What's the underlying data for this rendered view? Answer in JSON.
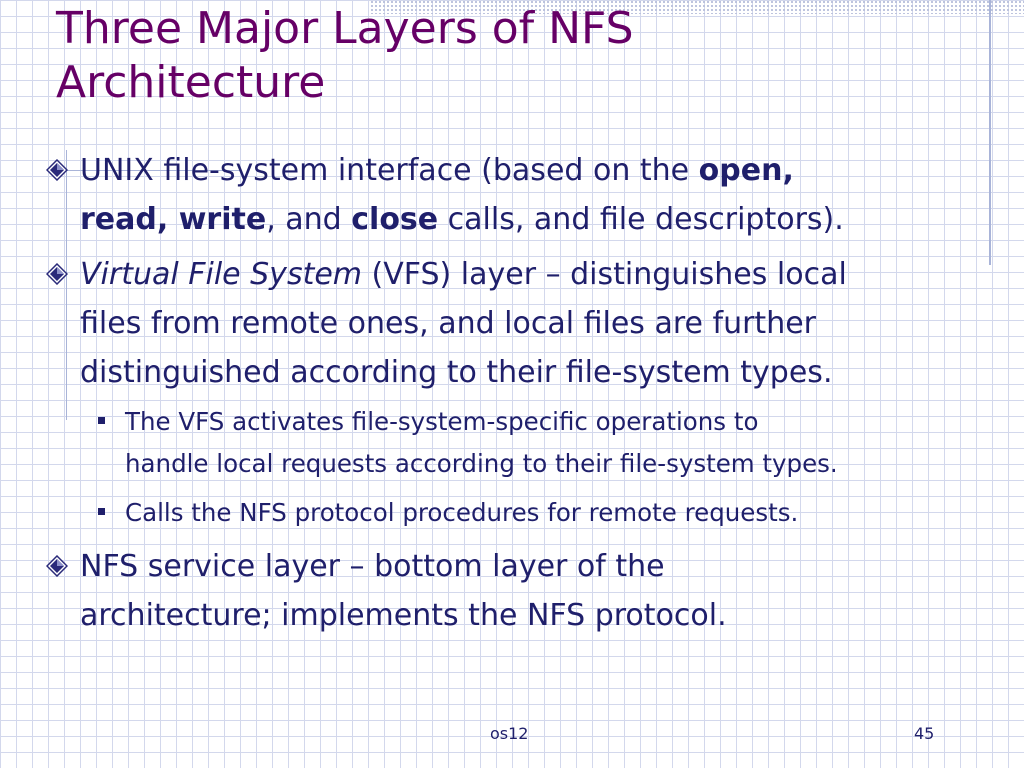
{
  "title": {
    "line1": "Three Major Layers of NFS",
    "line2": "Architecture"
  },
  "bullets": [
    {
      "line1_a": "UNIX file-system interface (based on the ",
      "line1_b": "open,",
      "line2_a": "read, write",
      "line2_b": ", and ",
      "line2_c": "close",
      "line2_d": " calls, and file descriptors)."
    },
    {
      "line1_a": "Virtual File System",
      "line1_b": " (VFS) layer – distinguishes local",
      "line2": "files from remote ones, and local files are further",
      "line3": "distinguished according to their file-system types.",
      "sub": [
        {
          "line1": "The VFS activates file-system-specific operations to",
          "line2": "handle local requests according to their file-system types."
        },
        {
          "line1": "Calls the NFS protocol procedures for remote requests."
        }
      ]
    },
    {
      "line1": "NFS service layer – bottom layer of the",
      "line2": "architecture; implements the NFS protocol."
    }
  ],
  "footer": {
    "center": "os12",
    "page": "45"
  },
  "colors": {
    "title": "#660066",
    "text": "#1f1f6b",
    "grid": "#d3d8ec"
  },
  "icons": {
    "level1_bullet": "diamond-bullet-icon",
    "level2_bullet": "square-bullet-icon"
  }
}
